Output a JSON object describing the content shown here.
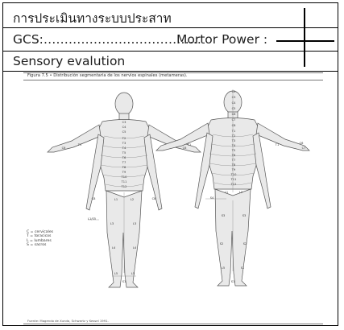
{
  "form": {
    "title": "การประเมินทางระบบประสาท",
    "gcs_label": "GCS:………………………………..",
    "motor_power_label": "Mortor Power :",
    "sensory_label": "Sensory evalution"
  },
  "figure": {
    "caption": "Figura 7.5  •  Distribución segmentaria de los nervios espinales (metameras).",
    "legend": [
      "C = cervicales",
      "T = toracicos",
      "L = lumbares",
      "S = sacros"
    ],
    "source": "Fuente: Magendo de Xunda, Schwartz y Kessel 1991."
  }
}
